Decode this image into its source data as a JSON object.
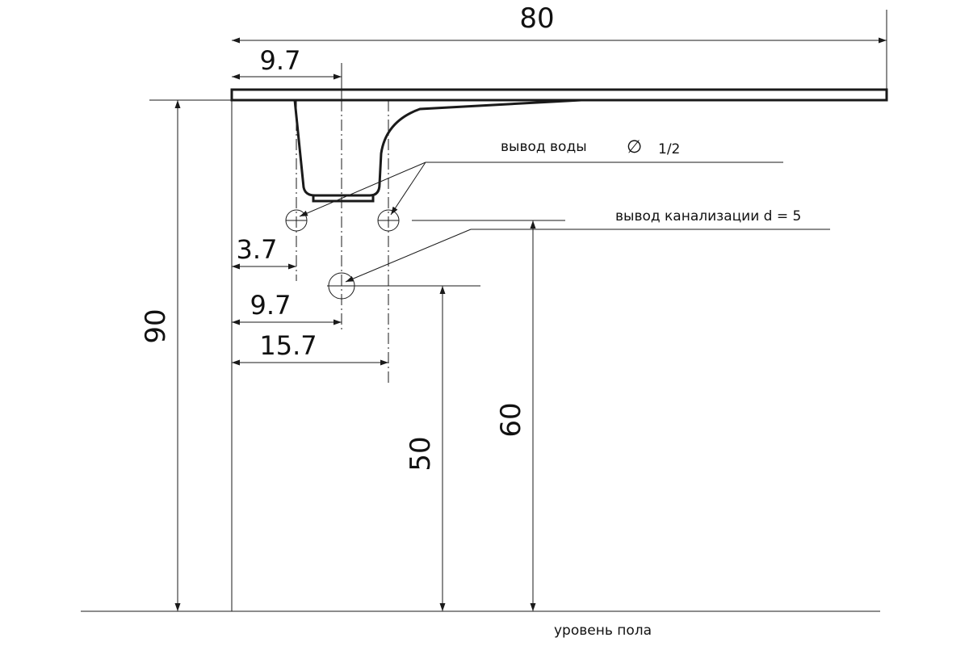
{
  "dimensions": {
    "total_width": "80",
    "total_height": "90",
    "basin_offset_top": "9.7",
    "pipe_left_offset": "3.7",
    "drain_offset": "9.7",
    "pipe_right_offset": "15.7",
    "water_outlet_height": "60",
    "drain_height": "50"
  },
  "labels": {
    "water_outlet": "вывод воды",
    "water_diameter_symbol": "∅",
    "water_diameter": "1/2",
    "drain": "вывод канализации d = 5",
    "floor": "уровень пола"
  },
  "colors": {
    "line": "#1a1a1a",
    "background": "#ffffff"
  }
}
